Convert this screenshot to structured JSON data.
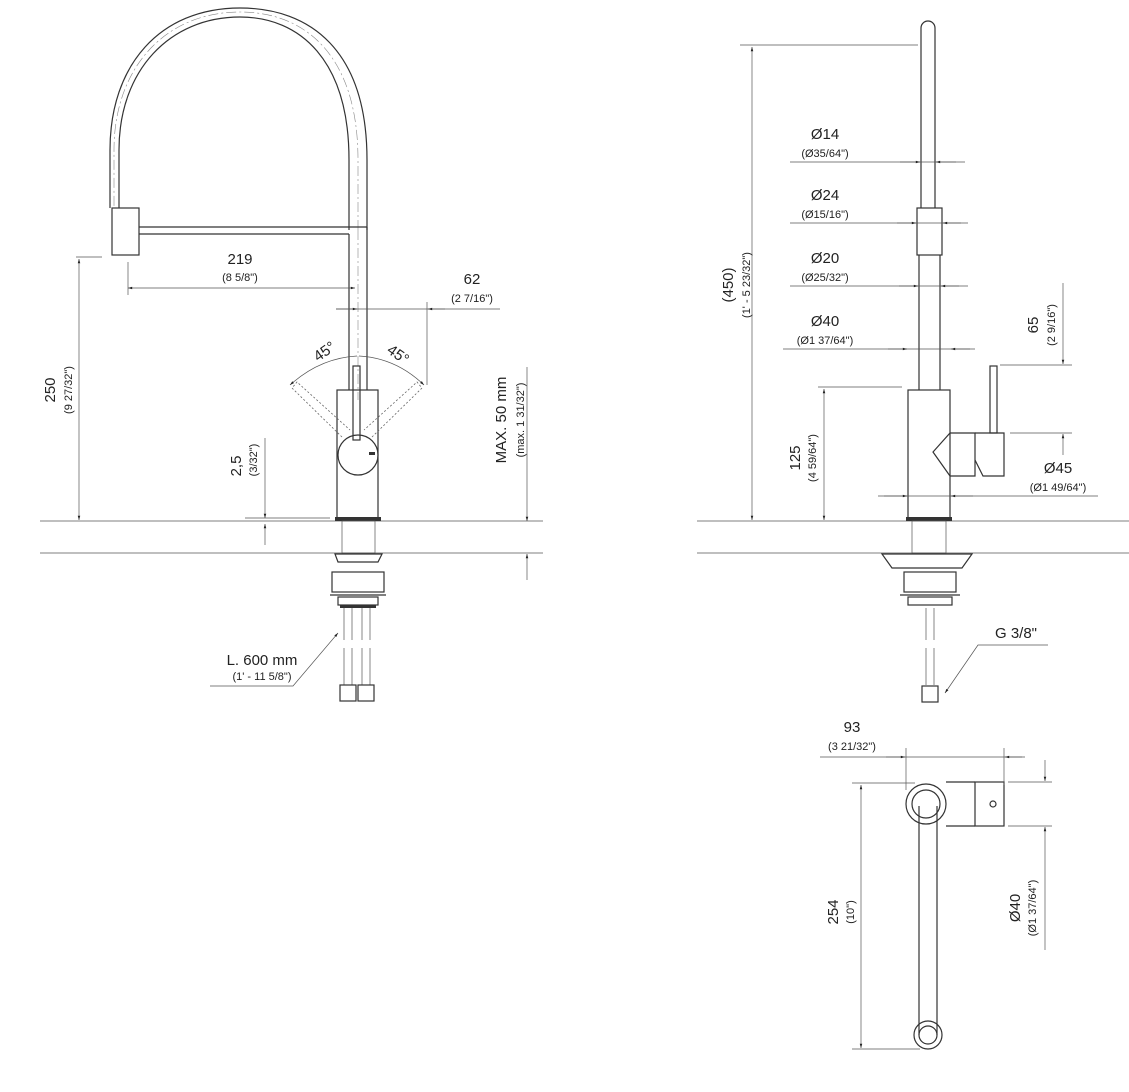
{
  "front_view": {
    "spout_reach": {
      "value": "219",
      "imperial": "(8 5/8\")"
    },
    "handle_offset": {
      "value": "62",
      "imperial": "(2 7/16\")"
    },
    "angle_left": "45°",
    "angle_right": "45°",
    "height": {
      "value": "250",
      "imperial": "(9 27/32\")"
    },
    "base_gap": {
      "value": "2,5",
      "imperial": "(3/32\")"
    },
    "counter_thickness": {
      "value": "MAX. 50 mm",
      "imperial": "(max. 1 31/32\")"
    },
    "hose_length": {
      "value": "L. 600 mm",
      "imperial": "(1' - 11 5/8\")"
    }
  },
  "side_view": {
    "total_height": {
      "value": "(450)",
      "imperial": "(1' - 5 23/32\")"
    },
    "d14": {
      "value": "Ø14",
      "imperial": "(Ø35/64\")"
    },
    "d24": {
      "value": "Ø24",
      "imperial": "(Ø15/16\")"
    },
    "d20": {
      "value": "Ø20",
      "imperial": "(Ø25/32\")"
    },
    "d40": {
      "value": "Ø40",
      "imperial": "(Ø1 37/64\")"
    },
    "handle_height": {
      "value": "65",
      "imperial": "(2 9/16\")"
    },
    "body_height": {
      "value": "125",
      "imperial": "(4 59/64\")"
    },
    "d45": {
      "value": "Ø45",
      "imperial": "(Ø1 49/64\")"
    },
    "thread": "G 3/8\""
  },
  "top_view": {
    "width": {
      "value": "93",
      "imperial": "(3 21/32\")"
    },
    "length": {
      "value": "254",
      "imperial": "(10\")"
    },
    "d40": {
      "value": "Ø40",
      "imperial": "(Ø1 37/64\")"
    }
  }
}
